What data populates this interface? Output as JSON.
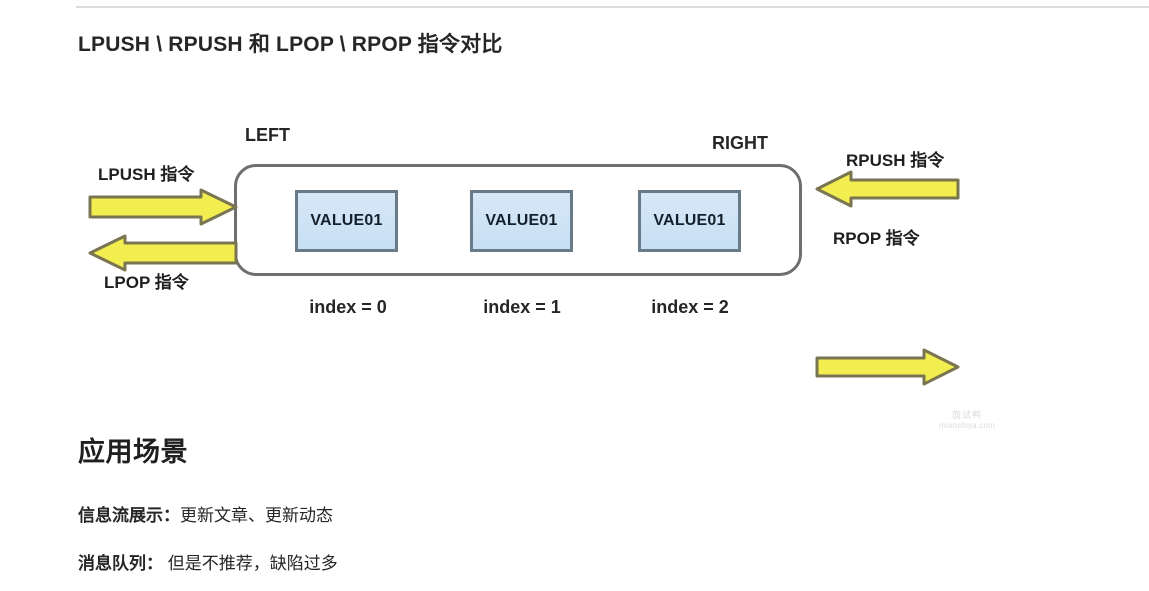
{
  "document": {
    "title": "LPUSH \\ RPUSH 和 LPOP \\ RPOP 指令对比"
  },
  "diagram": {
    "end_labels": {
      "left": "LEFT",
      "right": "RIGHT"
    },
    "items": [
      {
        "value": "VALUE01",
        "index_label": "index = 0"
      },
      {
        "value": "VALUE01",
        "index_label": "index = 1"
      },
      {
        "value": "VALUE01",
        "index_label": "index = 2"
      }
    ],
    "arrows": [
      {
        "id": "lpush",
        "label": "LPUSH 指令",
        "direction": "right"
      },
      {
        "id": "lpop",
        "label": "LPOP 指令",
        "direction": "left"
      },
      {
        "id": "rpush",
        "label": "RPUSH 指令",
        "direction": "left"
      },
      {
        "id": "rpop",
        "label": "RPOP 指令",
        "direction": "right"
      }
    ],
    "colors": {
      "arrow_fill": "#f2ee4f",
      "arrow_stroke": "#7a7551",
      "box_fill": "#cfe4f5",
      "box_stroke": "#6a7b88",
      "container_stroke": "#6f6f6f"
    },
    "watermark": {
      "cn": "面试鸭",
      "url": "mianshiya.com"
    }
  },
  "content": {
    "section_heading": "应用场景",
    "bullets": [
      {
        "lead": "信息流展示：",
        "text": "更新文章、更新动态"
      },
      {
        "lead": "消息队列：",
        "text": " 但是不推荐，缺陷过多"
      }
    ]
  }
}
